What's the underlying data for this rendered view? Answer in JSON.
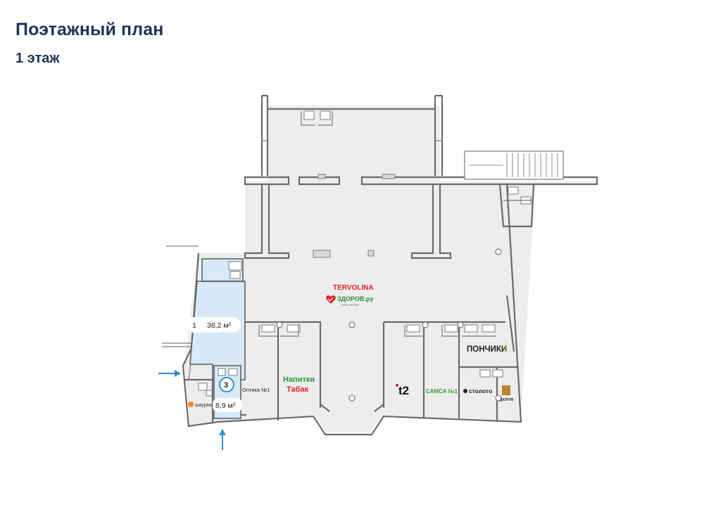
{
  "header": {
    "title": "Поэтажный план",
    "floor": "1 этаж"
  },
  "rooms": [
    {
      "number": "1",
      "area": "38,2 м²"
    },
    {
      "number": "3",
      "area": "8,9 м²"
    }
  ],
  "tenants": {
    "tervolina": "TERVOLINA",
    "zdorov": "ЗДОРОВ.ру",
    "zdorov_sub": "СЕТЬ АПТЕК",
    "napitki": "Напитки",
    "tabak": "Табак",
    "optika": "Оптика №1",
    "shaurma": "шаурма",
    "t2": "t2",
    "samsa": "САМСА №1",
    "stoloto": "столото",
    "ponchiki": "ПОНЧИКИ",
    "ponchiki_mark": "!",
    "durum": "ДЮРУМ"
  },
  "colors": {
    "title": "#1f3358",
    "room_fill": "#d7e9f7",
    "arrow": "#2f8fd8"
  }
}
